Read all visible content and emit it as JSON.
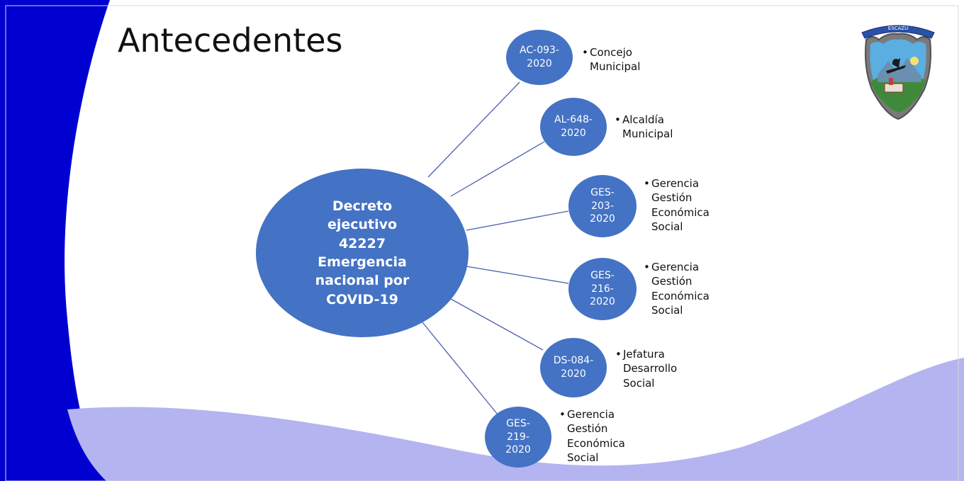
{
  "title": "Antecedentes",
  "colors": {
    "node_fill": "#4472c4",
    "left_band": "#0000d0",
    "bottom_wave": "#b4b4f0",
    "connector": "#4a5fb0"
  },
  "center": {
    "text": "Decreto\nejecutivo\n42227\nEmergencia\nnacional por\nCOVID-19"
  },
  "branches": [
    {
      "code": "AC-093-\n2020",
      "description": "Concejo\nMunicipal"
    },
    {
      "code": "AL-648-\n2020",
      "description": "Alcaldía\nMunicipal"
    },
    {
      "code": "GES-\n203-\n2020",
      "description": "Gerencia\nGestión\nEconómica\nSocial"
    },
    {
      "code": "GES-\n216-\n2020",
      "description": "Gerencia\nGestión\nEconómica\nSocial"
    },
    {
      "code": "DS-084-\n2020",
      "description": "Jefatura\nDesarrollo\nSocial"
    },
    {
      "code": "GES-\n219-\n2020",
      "description": "Gerencia\nGestión\nEconómica\nSocial"
    }
  ],
  "logo": {
    "icon": "municipal-coat-of-arms-icon",
    "banner_text": "ESCAZÚ"
  }
}
